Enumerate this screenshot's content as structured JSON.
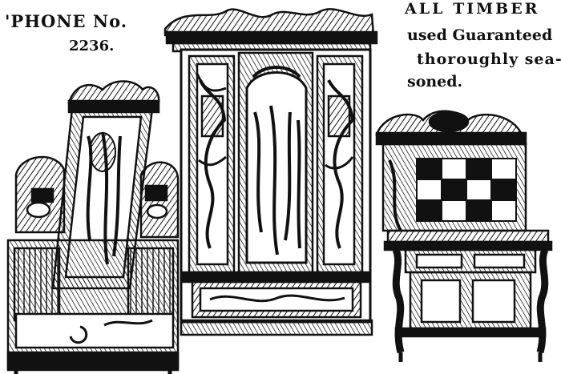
{
  "ad": {
    "phone_label": "'PHONE No.",
    "phone_number": "2236.",
    "timber_lines": [
      "ALL TIMBER",
      "used Guaranteed",
      "thoroughly sea-",
      "soned."
    ]
  },
  "illustration": {
    "subjects": [
      "dressing-table",
      "wardrobe",
      "washstand"
    ],
    "ink_color": "#111111",
    "paper_color": "#ffffff"
  }
}
